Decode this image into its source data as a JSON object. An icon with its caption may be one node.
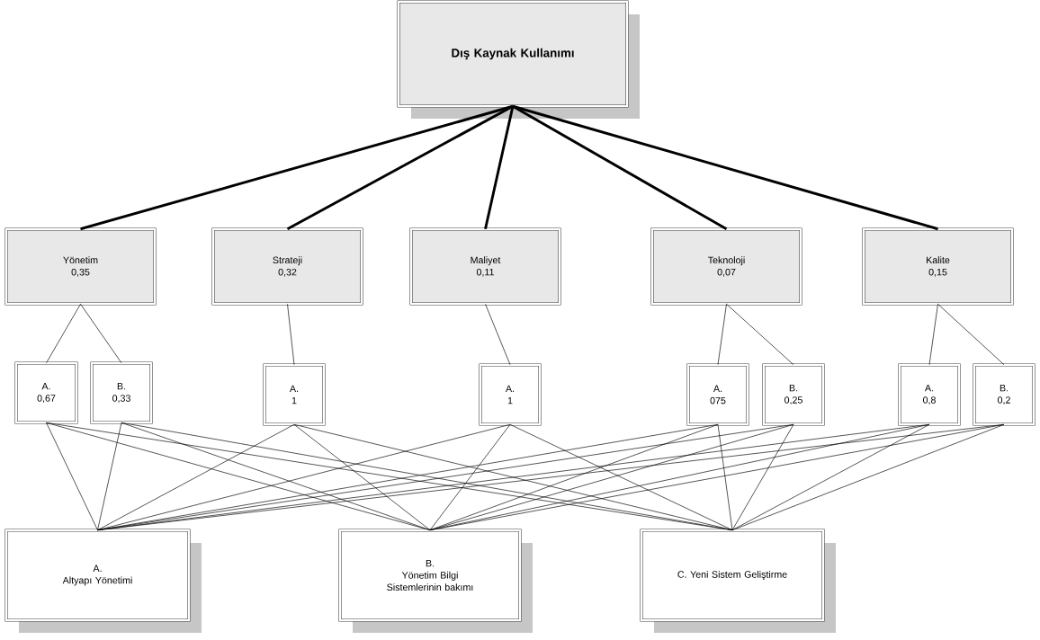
{
  "diagram": {
    "nodes": [
      {
        "text": [
          "Dış Kaynak Kullanımı"
        ]
      },
      {
        "text": [
          "Yönetim",
          "0,35"
        ]
      },
      {
        "text": [
          "Strateji",
          "0,32"
        ]
      },
      {
        "text": [
          "Maliyet",
          "0,11"
        ]
      },
      {
        "text": [
          "Teknoloji",
          "0,07"
        ]
      },
      {
        "text": [
          "Kalite",
          "0,15"
        ]
      },
      {
        "text": [
          "A.",
          "0,67"
        ]
      },
      {
        "text": [
          "B.",
          "0,33"
        ]
      },
      {
        "text": [
          "A.",
          "1"
        ]
      },
      {
        "text": [
          "A.",
          "1"
        ]
      },
      {
        "text": [
          "A.",
          "075"
        ]
      },
      {
        "text": [
          "B.",
          "0,25"
        ]
      },
      {
        "text": [
          "A.",
          "0,8"
        ]
      },
      {
        "text": [
          "B.",
          "0,2"
        ]
      },
      {
        "text": [
          "A.",
          "Altyapı Yönetimi"
        ]
      },
      {
        "text": [
          "B.",
          "Yönetim Bilgi Sistemlerinin bakımı"
        ]
      },
      {
        "text": [
          "C. Yeni Sistem Geliştirme"
        ]
      }
    ],
    "edges": [
      {
        "from": 0,
        "to": 1,
        "arrow": "none",
        "style": "thick"
      },
      {
        "from": 0,
        "to": 2,
        "arrow": "none",
        "style": "thick"
      },
      {
        "from": 0,
        "to": 3,
        "arrow": "none",
        "style": "thick"
      },
      {
        "from": 0,
        "to": 4,
        "arrow": "none",
        "style": "thick"
      },
      {
        "from": 0,
        "to": 5,
        "arrow": "none",
        "style": "thick"
      },
      {
        "from": 1,
        "to": 6,
        "arrow": "none"
      },
      {
        "from": 1,
        "to": 7,
        "arrow": "none"
      },
      {
        "from": 2,
        "to": 8,
        "arrow": "none"
      },
      {
        "from": 3,
        "to": 9,
        "arrow": "none"
      },
      {
        "from": 4,
        "to": 10,
        "arrow": "none"
      },
      {
        "from": 4,
        "to": 11,
        "arrow": "none"
      },
      {
        "from": 5,
        "to": 12,
        "arrow": "none"
      },
      {
        "from": 5,
        "to": 13,
        "arrow": "none"
      },
      {
        "from": 6,
        "to": 14,
        "arrow": "none"
      },
      {
        "from": 6,
        "to": 15,
        "arrow": "none"
      },
      {
        "from": 6,
        "to": 16,
        "arrow": "none"
      },
      {
        "from": 7,
        "to": 14,
        "arrow": "none"
      },
      {
        "from": 7,
        "to": 15,
        "arrow": "none"
      },
      {
        "from": 7,
        "to": 16,
        "arrow": "none"
      },
      {
        "from": 8,
        "to": 14,
        "arrow": "none"
      },
      {
        "from": 8,
        "to": 15,
        "arrow": "none"
      },
      {
        "from": 8,
        "to": 16,
        "arrow": "none"
      },
      {
        "from": 9,
        "to": 14,
        "arrow": "none"
      },
      {
        "from": 9,
        "to": 15,
        "arrow": "none"
      },
      {
        "from": 9,
        "to": 16,
        "arrow": "none"
      },
      {
        "from": 10,
        "to": 14,
        "arrow": "none"
      },
      {
        "from": 10,
        "to": 15,
        "arrow": "none"
      },
      {
        "from": 10,
        "to": 16,
        "arrow": "none"
      },
      {
        "from": 11,
        "to": 14,
        "arrow": "none"
      },
      {
        "from": 11,
        "to": 15,
        "arrow": "none"
      },
      {
        "from": 11,
        "to": 16,
        "arrow": "none"
      },
      {
        "from": 12,
        "to": 14,
        "arrow": "none"
      },
      {
        "from": 12,
        "to": 15,
        "arrow": "none"
      },
      {
        "from": 12,
        "to": 16,
        "arrow": "none"
      },
      {
        "from": 13,
        "to": 14,
        "arrow": "none"
      },
      {
        "from": 13,
        "to": 15,
        "arrow": "none"
      },
      {
        "from": 13,
        "to": 16,
        "arrow": "none"
      }
    ]
  }
}
